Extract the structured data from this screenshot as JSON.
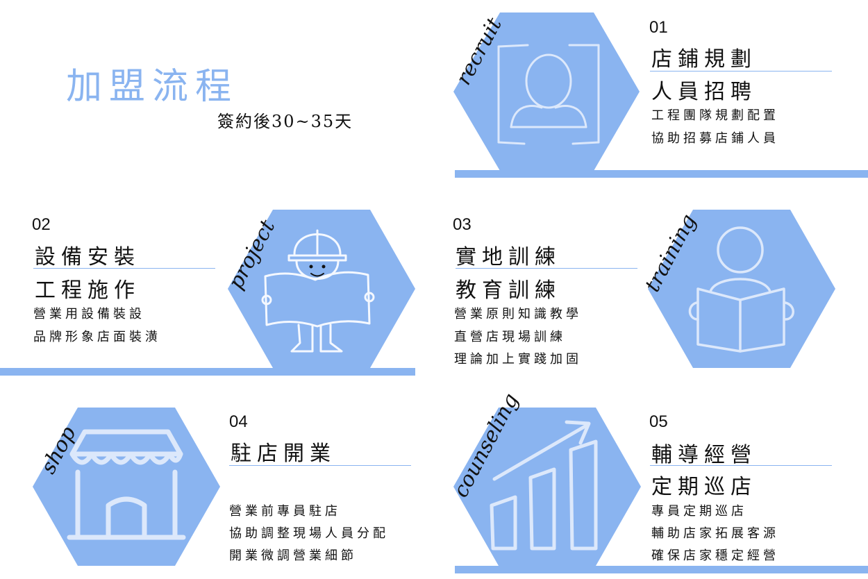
{
  "header": {
    "title": "加盟流程",
    "subtitle": "簽約後30~35天"
  },
  "colors": {
    "accent": "#8ab4f0",
    "line": "#d9e7fb"
  },
  "steps": [
    {
      "number": "01",
      "tag": "recruit",
      "icon": "person-icon",
      "titles": [
        "店鋪規劃",
        "人員招聘"
      ],
      "lines": [
        "工程團隊規劃配置",
        "協助招募店鋪人員"
      ]
    },
    {
      "number": "02",
      "tag": "project",
      "icon": "construction-worker-icon",
      "titles": [
        "設備安裝",
        "工程施作"
      ],
      "lines": [
        "營業用設備裝設",
        "品牌形象店面裝潢"
      ]
    },
    {
      "number": "03",
      "tag": "training",
      "icon": "reading-person-icon",
      "titles": [
        "實地訓練",
        "教育訓練"
      ],
      "lines": [
        "營業原則知識教學",
        "直營店現場訓練",
        "理論加上實踐加固"
      ]
    },
    {
      "number": "04",
      "tag": "shop",
      "icon": "storefront-icon",
      "titles": [
        "駐店開業"
      ],
      "lines": [
        "營業前專員駐店",
        "協助調整現場人員分配",
        "開業微調營業細節"
      ]
    },
    {
      "number": "05",
      "tag": "counseling",
      "icon": "growth-chart-icon",
      "titles": [
        "輔導經營",
        "定期巡店"
      ],
      "lines": [
        "專員定期巡店",
        "輔助店家拓展客源",
        "確保店家穩定經營"
      ]
    }
  ]
}
